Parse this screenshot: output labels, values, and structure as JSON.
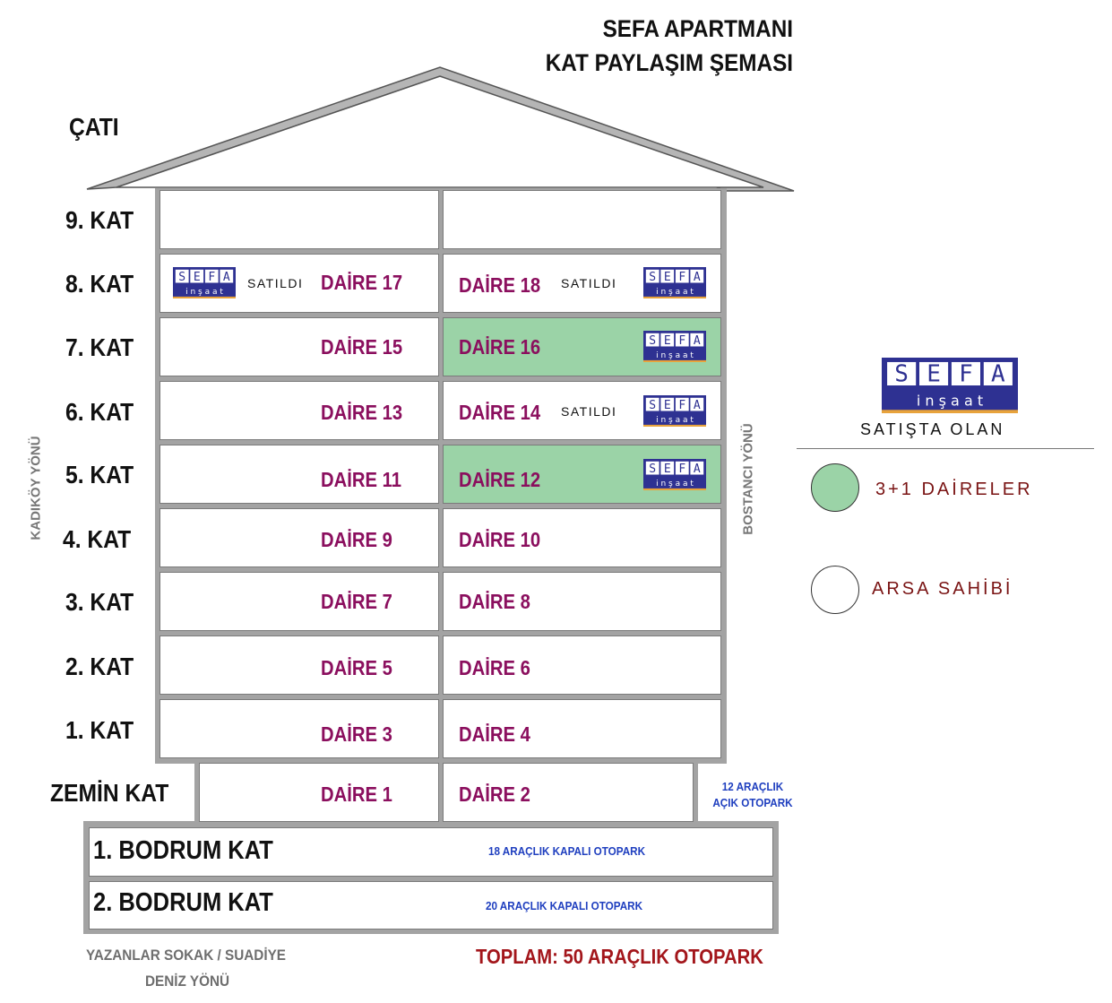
{
  "title": {
    "line1": "SEFA APARTMANI",
    "line2": "KAT PAYLAŞIM ŞEMASI"
  },
  "roof_label": "ÇATI",
  "floors": [
    {
      "label": "9. KAT"
    },
    {
      "label": "8. KAT",
      "left": "DAİRE 17",
      "right": "DAİRE 18"
    },
    {
      "label": "7. KAT",
      "left": "DAİRE 15",
      "right": "DAİRE 16"
    },
    {
      "label": "6. KAT",
      "left": "DAİRE 13",
      "right": "DAİRE 14"
    },
    {
      "label": "5. KAT",
      "left": "DAİRE 11",
      "right": "DAİRE 12"
    },
    {
      "label": "4. KAT",
      "left": "DAİRE 9",
      "right": "DAİRE 10"
    },
    {
      "label": "3. KAT",
      "left": "DAİRE 7",
      "right": "DAİRE 8"
    },
    {
      "label": "2. KAT",
      "left": "DAİRE 5",
      "right": "DAİRE 6"
    },
    {
      "label": "1. KAT",
      "left": "DAİRE 3",
      "right": "DAİRE 4"
    },
    {
      "label": "ZEMİN KAT",
      "left": "DAİRE 1",
      "right": "DAİRE 2"
    }
  ],
  "sold_text": "SATILDI",
  "logo": {
    "letters": [
      "S",
      "E",
      "F",
      "A"
    ],
    "subtitle": "i n ş a a t",
    "brand_color": "#2e3192",
    "accent_color": "#e8a33c"
  },
  "open_parking": {
    "line1": "12 ARAÇLIK",
    "line2": "AÇIK OTOPARK"
  },
  "basements": [
    {
      "label": "1. BODRUM KAT",
      "parking": "18 ARAÇLIK KAPALI OTOPARK"
    },
    {
      "label": "2. BODRUM KAT",
      "parking": "20 ARAÇLIK KAPALI OTOPARK"
    }
  ],
  "street": {
    "line1": "YAZANLAR SOKAK / SUADİYE",
    "line2": "DENİZ YÖNÜ"
  },
  "total_parking": "TOPLAM: 50 ARAÇLIK OTOPARK",
  "left_direction": "KADIKÖY YÖNÜ",
  "right_direction": "BOSTANCI YÖNÜ",
  "legend": {
    "for_sale": "SATIŞTA OLAN",
    "three_plus_one": "3+1 DAİRELER",
    "land_owner": "ARSA SAHİBİ"
  },
  "colors": {
    "green_unit": "#9bd3a7",
    "daire_text": "#8b0f5e",
    "parking_text": "#1f3fbf",
    "total_text": "#a3161b",
    "legend_text": "#7a1414"
  }
}
